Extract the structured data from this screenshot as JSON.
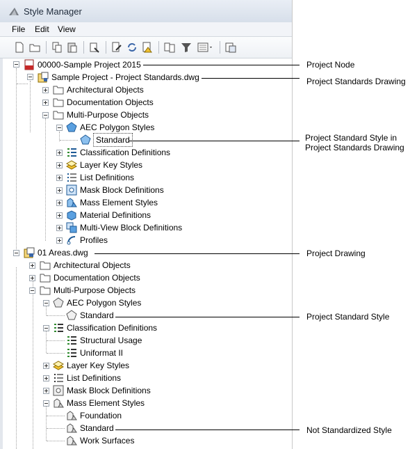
{
  "window": {
    "title": "Style Manager"
  },
  "menu": {
    "file": "File",
    "edit": "Edit",
    "view": "View"
  },
  "toolbar": {
    "icons": [
      "new-icon",
      "open-icon",
      "copy-icon",
      "paste-icon",
      "purge-icon",
      "edit-style-icon",
      "sync-icon",
      "audit-icon",
      "compare-icon",
      "filter-icon",
      "view-options-icon",
      "toggle-view-icon"
    ]
  },
  "tree": {
    "project_node": "00000-Sample Project 2015",
    "standards_drawing": "Sample Project - Project Standards.dwg",
    "std": {
      "architectural": "Architectural Objects",
      "documentation": "Documentation Objects",
      "multipurpose": "Multi-Purpose Objects",
      "aec_polygon": "AEC Polygon Styles",
      "standard": "Standard",
      "classification": "Classification Definitions",
      "layer_key": "Layer Key Styles",
      "list_defs": "List Definitions",
      "mask_block": "Mask Block Definitions",
      "mass_element": "Mass Element Styles",
      "material": "Material Definitions",
      "multiview": "Multi-View Block Definitions",
      "profiles": "Profiles"
    },
    "project_drawing": "01 Areas.dwg",
    "dwg": {
      "architectural": "Architectural Objects",
      "documentation": "Documentation Objects",
      "multipurpose": "Multi-Purpose Objects",
      "aec_polygon": "AEC Polygon Styles",
      "standard": "Standard",
      "classification": "Classification Definitions",
      "structural_usage": "Structural Usage",
      "uniformat": "Uniformat II",
      "layer_key": "Layer Key Styles",
      "list_defs": "List Definitions",
      "mask_block": "Mask Block Definitions",
      "mass_element": "Mass Element Styles",
      "foundation": "Foundation",
      "mass_standard": "Standard",
      "work_surfaces": "Work Surfaces"
    }
  },
  "callouts": {
    "project_node": "Project Node",
    "standards_drawing": "Project Standards Drawing",
    "standard_style_line1": "Project Standard Style in",
    "standard_style_line2": "Project Standards Drawing",
    "project_drawing": "Project Drawing",
    "project_standard_style": "Project Standard Style",
    "not_standardized": "Not Standardized Style"
  }
}
